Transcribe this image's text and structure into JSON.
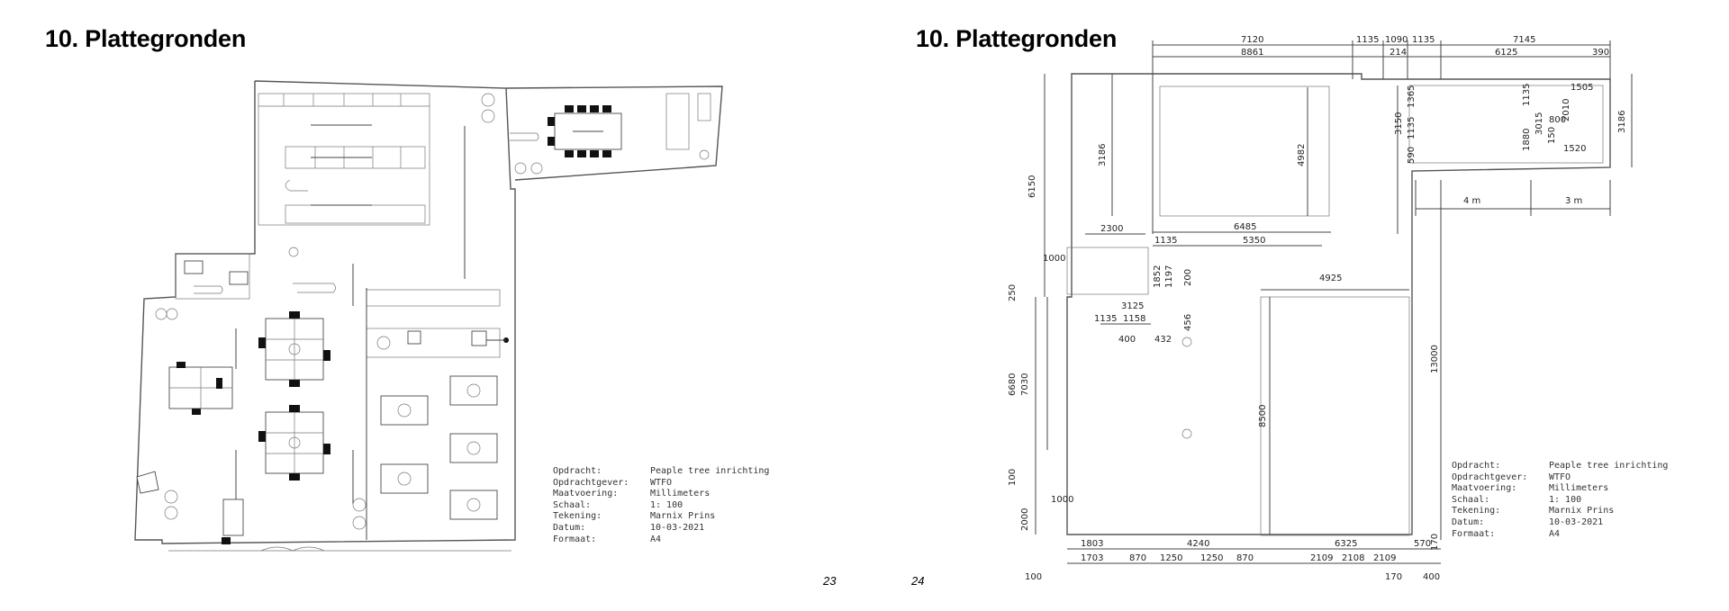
{
  "left_page": {
    "heading": "10. Plattegronden",
    "page_number": "23",
    "title_block": [
      {
        "label": "Opdracht:",
        "value": "Peaple tree inrichting"
      },
      {
        "label": "Opdrachtgever:",
        "value": "WTFO"
      },
      {
        "label": "Maatvoering:",
        "value": "Millimeters"
      },
      {
        "label": "Schaal:",
        "value": "1: 100"
      },
      {
        "label": "Tekening:",
        "value": "Marnix Prins"
      },
      {
        "label": "Datum:",
        "value": "10-03-2021"
      },
      {
        "label": "Formaat:",
        "value": "A4"
      }
    ]
  },
  "right_page": {
    "heading": "10. Plattegronden",
    "page_number": "24",
    "title_block": [
      {
        "label": "Opdracht:",
        "value": "Peaple tree inrichting"
      },
      {
        "label": "Opdrachtgever:",
        "value": "WTFO"
      },
      {
        "label": "Maatvoering:",
        "value": "Millimeters"
      },
      {
        "label": "Schaal:",
        "value": "1: 100"
      },
      {
        "label": "Tekening:",
        "value": "Marnix Prins"
      },
      {
        "label": "Datum:",
        "value": "10-03-2021"
      },
      {
        "label": "Formaat:",
        "value": "A4"
      }
    ],
    "dimensions": {
      "top_row_1": [
        "7120",
        "1135",
        "1090",
        "1135",
        "7145"
      ],
      "top_row_2": [
        "8861",
        "214",
        "6125",
        "390"
      ],
      "left_vertical": [
        "6150",
        "3186",
        "250",
        "6680",
        "7030",
        "100",
        "2000"
      ],
      "inner": [
        "2300",
        "6485",
        "1135",
        "5350",
        "1000",
        "1852",
        "1197",
        "200",
        "3125",
        "1135",
        "1158",
        "456",
        "400",
        "432",
        "4982",
        "4925",
        "8500",
        "1000"
      ],
      "right_block": [
        "3150",
        "1365",
        "1135",
        "590",
        "1135",
        "3015",
        "1880",
        "800",
        "2010",
        "150",
        "1505",
        "1520",
        "3186"
      ],
      "scale_bar": [
        "4 m",
        "3 m"
      ],
      "right_vertical": [
        "13000",
        "170"
      ],
      "bottom_row_1": [
        "1803",
        "4240",
        "6325",
        "570"
      ],
      "bottom_row_2": [
        "1703",
        "870",
        "1250",
        "1250",
        "870",
        "2109",
        "2108",
        "2109"
      ],
      "bottom_row_3": [
        "100",
        "170",
        "400"
      ]
    }
  }
}
